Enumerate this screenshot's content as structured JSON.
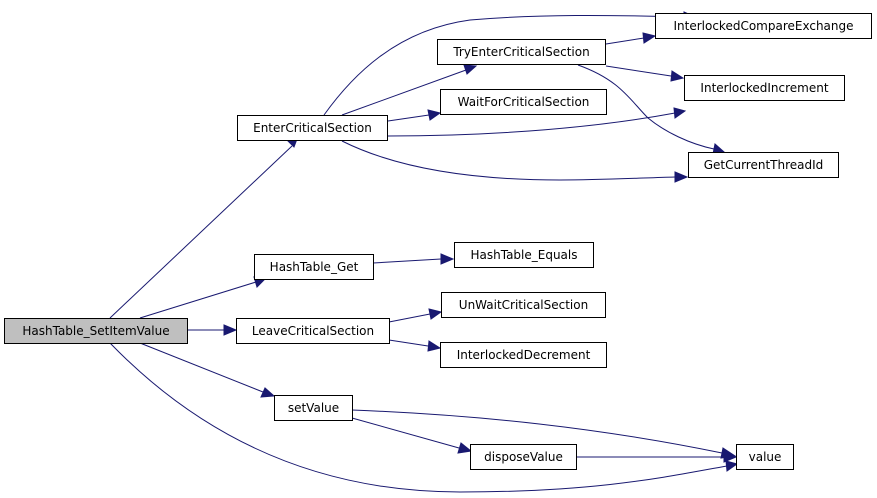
{
  "graph": {
    "nodes": {
      "root": "HashTable_SetItemValue",
      "enter": "EnterCriticalSection",
      "try_enter": "TryEnterCriticalSection",
      "cmpxchg": "InterlockedCompareExchange",
      "wait": "WaitForCriticalSection",
      "incr": "InterlockedIncrement",
      "thread_id": "GetCurrentThreadId",
      "get": "HashTable_Get",
      "equals": "HashTable_Equals",
      "leave": "LeaveCriticalSection",
      "unwait": "UnWaitCriticalSection",
      "decr": "InterlockedDecrement",
      "set_value": "setValue",
      "dispose": "disposeValue",
      "value": "value"
    },
    "edges": [
      [
        "root",
        "enter"
      ],
      [
        "root",
        "get"
      ],
      [
        "root",
        "leave"
      ],
      [
        "root",
        "set_value"
      ],
      [
        "root",
        "value"
      ],
      [
        "enter",
        "try_enter"
      ],
      [
        "enter",
        "cmpxchg"
      ],
      [
        "enter",
        "wait"
      ],
      [
        "enter",
        "incr"
      ],
      [
        "enter",
        "thread_id"
      ],
      [
        "try_enter",
        "cmpxchg"
      ],
      [
        "try_enter",
        "incr"
      ],
      [
        "try_enter",
        "thread_id"
      ],
      [
        "get",
        "equals"
      ],
      [
        "leave",
        "unwait"
      ],
      [
        "leave",
        "decr"
      ],
      [
        "set_value",
        "dispose"
      ],
      [
        "set_value",
        "value"
      ],
      [
        "dispose",
        "value"
      ]
    ]
  }
}
